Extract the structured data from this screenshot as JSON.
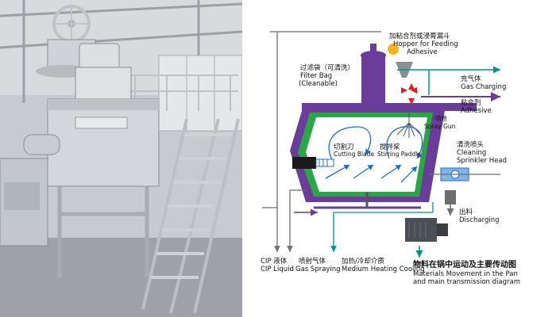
{
  "photo": {
    "plate_text": "",
    "colors": {
      "steel_light": "#d9dcdf",
      "steel_mid": "#b8bcc1",
      "steel_dark": "#8a8f95",
      "wall": "#c9cdd1",
      "floor": "#9da1a5"
    }
  },
  "diagram": {
    "labels": {
      "hopper_cn": "加粘合剂或浸膏漏斗",
      "hopper_en1": "Hopper for Feeding",
      "hopper_en2": "Adhesive",
      "filter_cn": "过滤袋（可清洗）",
      "filter_en1": "Filter Bag",
      "filter_en2": "(Cleanable)",
      "gas_cn": "充气体",
      "gas_en": "Gas Charging",
      "adhesive_cn": "粘合剂",
      "adhesive_en": "Adhesive",
      "spray_cn": "喷枪",
      "spray_en": "Spray Gun",
      "cutting_cn": "切割刀",
      "cutting_en": "Cutting Blade",
      "stirring_cn": "搅拌桨",
      "stirring_en": "Stirring Paddle",
      "cleaning_cn": "清洗喷头",
      "cleaning_en1": "Cleaning",
      "cleaning_en2": "Sprinkler Head",
      "discharge_cn": "出料",
      "discharge_en": "Discharging",
      "cip_cn": "CIP 液体",
      "cip_en": "CIP Liquid",
      "gas_spray_cn": "喷射气体",
      "gas_spray_en": "Gas Spraying",
      "medium_cn": "加热/冷却介质",
      "medium_en": "Medium Heating Cooling",
      "movement_cn": "物料在锅中运动及主要传动图",
      "movement_en1": "Materials Movement in the Pan",
      "movement_en2": "and main transmission diagram"
    },
    "colors": {
      "vessel_purple": "#6a3d9a",
      "jacket_green": "#27a844",
      "inner_white": "#ffffff",
      "flow_blue": "#1f6fd0",
      "arrow_gray": "#6e6e6e",
      "spray_red": "#e02020",
      "hopper_yellow": "#f6b21b",
      "teal_pipe": "#009688"
    }
  }
}
